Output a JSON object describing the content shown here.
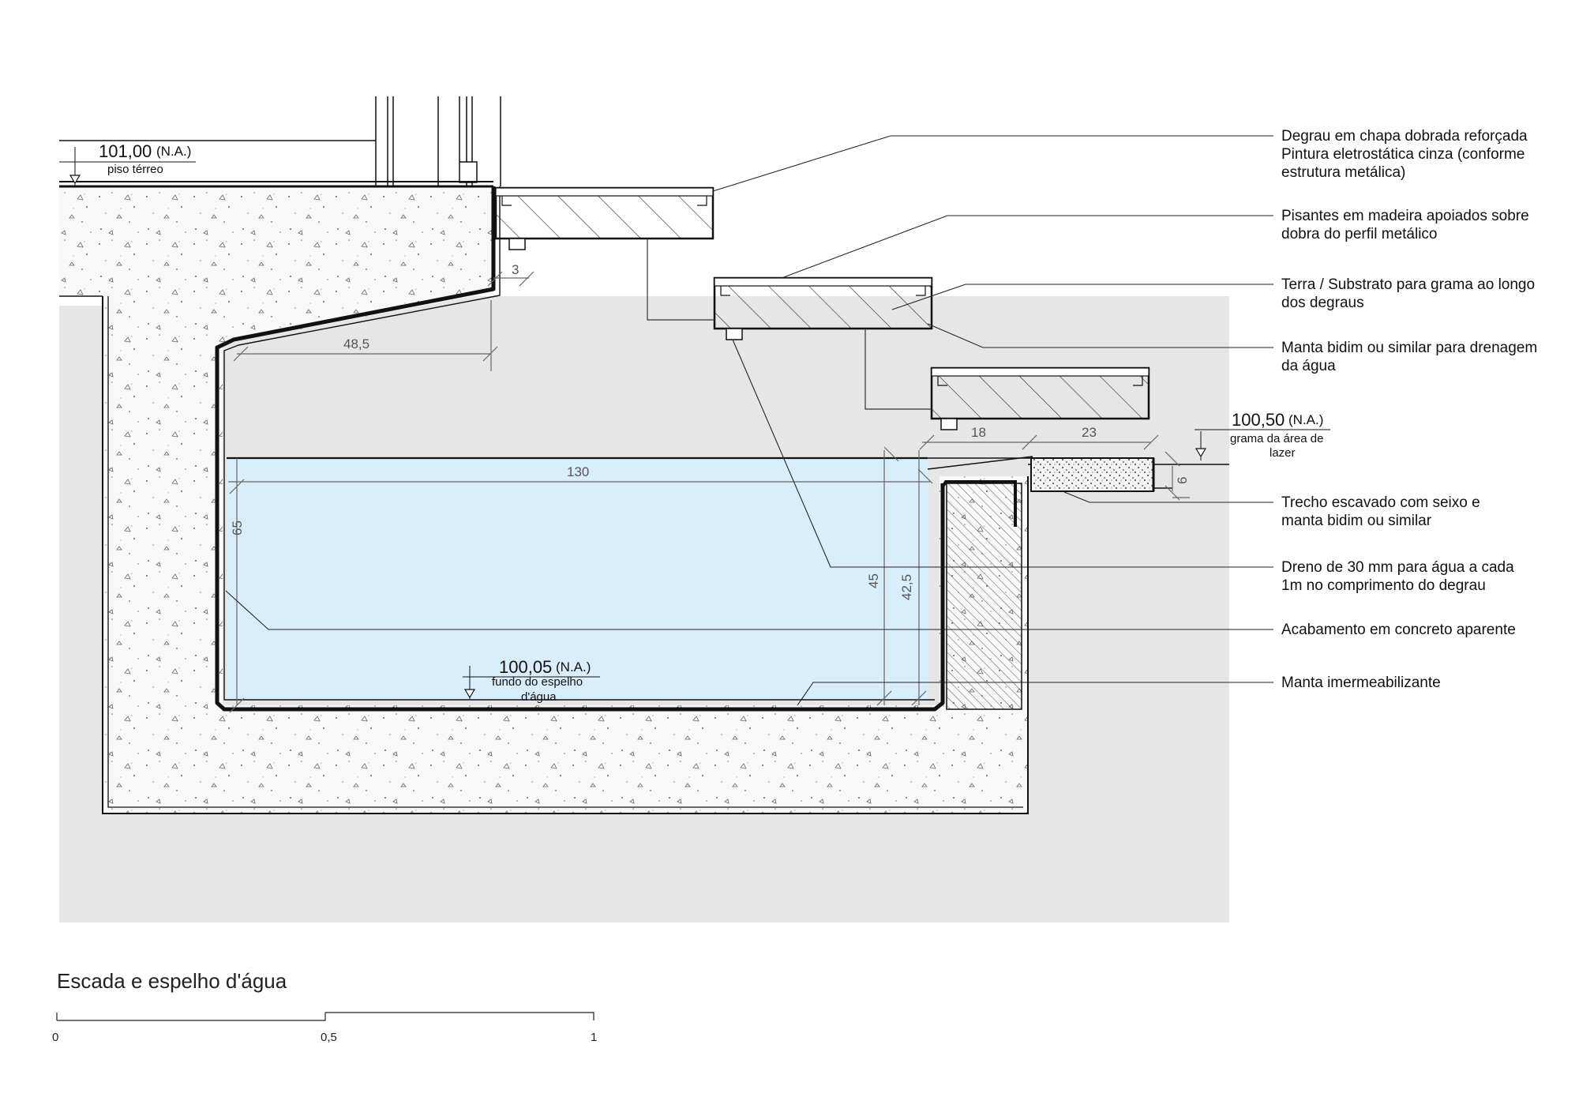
{
  "title": "Escada e espelho d'água",
  "colors": {
    "water": "#d9eefb",
    "ground": "#e6e6e6",
    "concrete": "#f7f7f7",
    "line": "#111111",
    "dim_line": "#666666"
  },
  "levels": {
    "ground_floor": {
      "value": "101,00",
      "ref": "(N.A.)",
      "label": "piso térreo"
    },
    "lawn": {
      "value": "100,50",
      "ref": "(N.A.)",
      "label_l1": "grama da área de",
      "label_l2": "lazer"
    },
    "pool_bottom": {
      "value": "100,05",
      "ref": "(N.A.)",
      "label_l1": "fundo do espelho",
      "label_l2": "d'água"
    }
  },
  "dimensions": {
    "gap": "3",
    "ledge": "48,5",
    "width": "130",
    "depth": "65",
    "inner_depth": "45",
    "water_depth": "42,5",
    "step_a": "18",
    "step_b": "23",
    "gravel": "6"
  },
  "annotations": {
    "a1_l1": "Degrau em chapa dobrada reforçada",
    "a1_l2": "Pintura eletrostática cinza (conforme",
    "a1_l3": "estrutura metálica)",
    "a2_l1": "Pisantes em madeira apoiados sobre",
    "a2_l2": "dobra do perfil metálico",
    "a3_l1": "Terra / Substrato para grama ao longo",
    "a3_l2": "dos degraus",
    "a4_l1": "Manta bidim ou similar para drenagem",
    "a4_l2": "da água",
    "a5_l1": "Trecho escavado com seixo e",
    "a5_l2": "manta bidim ou similar",
    "a6_l1": "Dreno de 30 mm para água a cada",
    "a6_l2": "1m no comprimento do degrau",
    "a7_l1": "Acabamento em concreto aparente",
    "a8_l1": "Manta imermeabilizante"
  },
  "scale": {
    "s0": "0",
    "s1": "0,5",
    "s2": "1"
  }
}
